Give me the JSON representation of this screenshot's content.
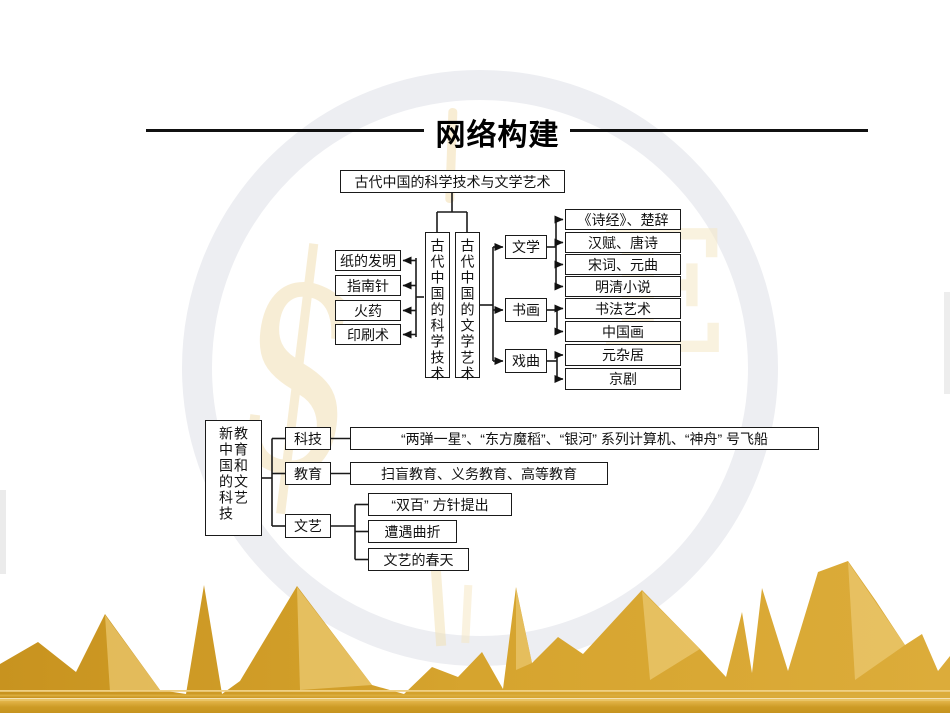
{
  "page": {
    "title": "网络构建"
  },
  "ancient": {
    "root": "古代中国的科学技术与文学艺术",
    "science": {
      "label": "古代中国的科学技术",
      "items": [
        "纸的发明",
        "指南针",
        "火药",
        "印刷术"
      ]
    },
    "literature": {
      "label": "古代中国的文学艺术",
      "categories": [
        {
          "label": "文学",
          "items": [
            "《诗经》、楚辞",
            "汉赋、唐诗",
            "宋词、元曲",
            "明清小说"
          ]
        },
        {
          "label": "书画",
          "items": [
            "书法艺术",
            "中国画"
          ]
        },
        {
          "label": "戏曲",
          "items": [
            "元杂居",
            "京剧"
          ]
        }
      ]
    }
  },
  "modern": {
    "root_left_column": "新中国的科技",
    "root_right_column": "教育和文艺",
    "branches": [
      {
        "label": "科技",
        "items": [
          "“两弹一星”、“东方魔稻”、“银河” 系列计算机、“神舟” 号飞船"
        ]
      },
      {
        "label": "教育",
        "items": [
          "扫盲教育、义务教育、高等教育"
        ]
      },
      {
        "label": "文艺",
        "items": [
          "“双百” 方针提出",
          "遭遇曲折",
          "文艺的春天"
        ]
      }
    ]
  },
  "decor": {
    "line_color": "#1a1a1a",
    "gold_dark": "#C8931F",
    "gold_mid": "#D6A42E",
    "gold_light": "#E9C469",
    "watermark_gray": "#EDEEF2",
    "watermark_gold": "#EFD9A4"
  }
}
